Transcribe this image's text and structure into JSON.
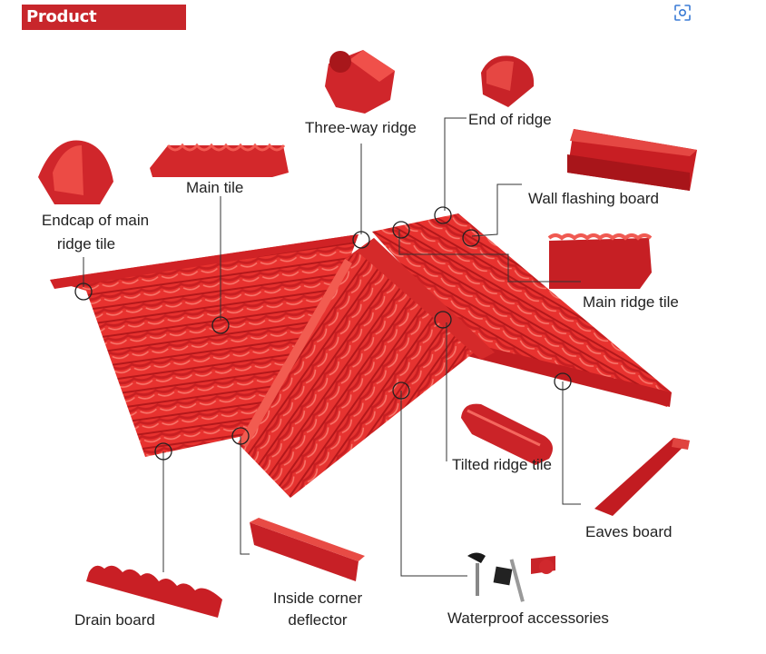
{
  "header": {
    "title": "Product Categories",
    "scan_icon": "scan-lens-icon"
  },
  "colors": {
    "brand_red": "#c8262b",
    "tile_red": "#e8322f",
    "tile_dark": "#b71c1c",
    "tile_light": "#f45a4f",
    "icon_blue": "#3a7bd5"
  },
  "labels": {
    "three_way_ridge": "Three-way ridge",
    "end_of_ridge": "End of ridge",
    "main_tile": "Main tile",
    "endcap_line1": "Endcap of main",
    "endcap_line2": "ridge tile",
    "wall_flashing_board": "Wall flashing board",
    "main_ridge_tile": "Main ridge tile",
    "tilted_ridge_tile": "Tilted ridge tile",
    "eaves_board": "Eaves board",
    "drain_board": "Drain board",
    "inside_corner_line1": "Inside corner",
    "inside_corner_line2": "deflector",
    "waterproof_accessories": "Waterproof accessories"
  }
}
